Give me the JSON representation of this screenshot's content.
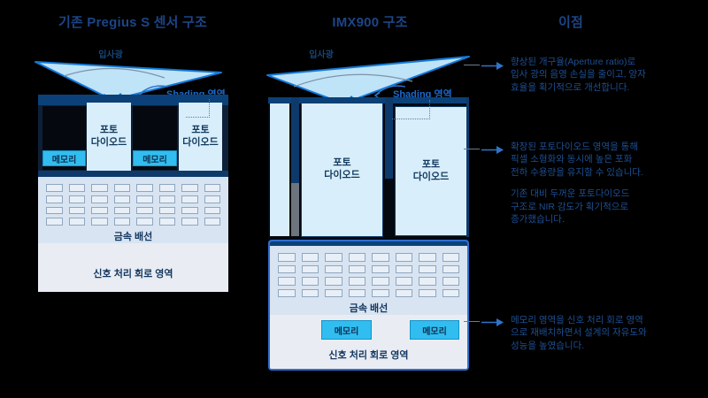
{
  "left_diagram": {
    "title": "기존 Pregius S 센서 구조",
    "incident_light_label": "입사광",
    "shading_label": "Shading 영역",
    "memory_label": "메모리",
    "photodiode_label": "포토\n다이오드",
    "metal_wiring_label": "금속 배선",
    "signal_area_label": "신호 처리 회로 영역"
  },
  "middle_diagram": {
    "title": "IMX900 구조",
    "incident_light_label": "입사광",
    "shading_label": "Shading 영역",
    "memory_label": "메모리",
    "photodiode_label": "포토\n다이오드",
    "metal_wiring_label": "금속 배선",
    "signal_area_label": "신호 처리 회로 영역"
  },
  "benefits": {
    "title": "이점",
    "items": [
      {
        "text": "향상된 개구율(Aperture ratio)로\n입사 광의 음영 손실을 줄이고, 양자\n효율을 획기적으로 개선합니다."
      },
      {
        "text": "확장된 포토다이오드 영역을 통해\n픽셀 소형화와 동시에 높은 포화\n전하 수용량을 유지할 수 있습니다.",
        "text2": "기존 대비 두꺼운 포토다이오드\n구조로 NIR 감도가 획기적으로\n증가했습니다."
      },
      {
        "text": "메모리 영역을 신호 처리 회로 영역\n으로 재배치하면서 설계의 자유도와\n성능을 높였습니다."
      }
    ]
  },
  "colors": {
    "background": "#000000",
    "title_blue": "#1c4587",
    "body_text_blue": "#1e4f93",
    "shading_label_blue": "#1b6ad0",
    "cone_fill": "#bfe3f7",
    "cone_border": "#1379d8",
    "navy_structure": "#0b4178",
    "dark_memory_block": "#05080e",
    "memory_cyan": "#31bdef",
    "photodiode_fill": "#d9eefb",
    "metal_wiring_bg": "#d8e4f1",
    "signal_area_bg": "#e9edf3",
    "section_label_navy": "#12365f"
  }
}
